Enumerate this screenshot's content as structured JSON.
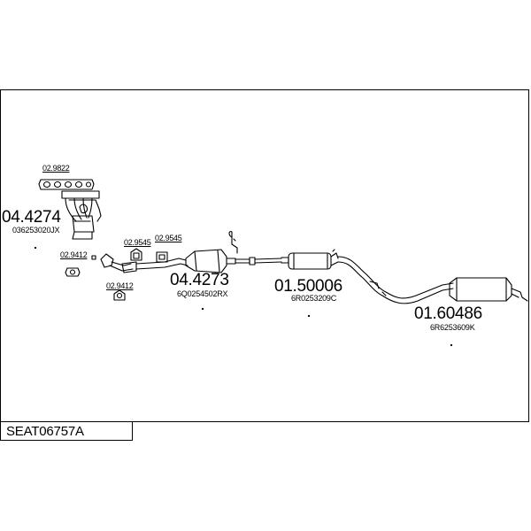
{
  "diagram": {
    "code": "SEAT06757A",
    "parts": [
      {
        "id": "manifold",
        "number": "04.4274",
        "oem": "036253020JX"
      },
      {
        "id": "front-cat",
        "number": "04.4273",
        "oem": "6Q0254502RX"
      },
      {
        "id": "middle-silencer",
        "number": "01.50006",
        "oem": "6R0253209C"
      },
      {
        "id": "rear-silencer",
        "number": "01.60486",
        "oem": "6R6253609K"
      }
    ],
    "accessories": [
      {
        "id": "gasket-manifold",
        "number": "02.9822"
      },
      {
        "id": "gasket-flange-a",
        "number": "02.9412"
      },
      {
        "id": "gasket-flange-b",
        "number": "02.9412"
      },
      {
        "id": "gasket-ring-a",
        "number": "02.9545"
      },
      {
        "id": "gasket-ring-b",
        "number": "02.9545"
      }
    ]
  }
}
